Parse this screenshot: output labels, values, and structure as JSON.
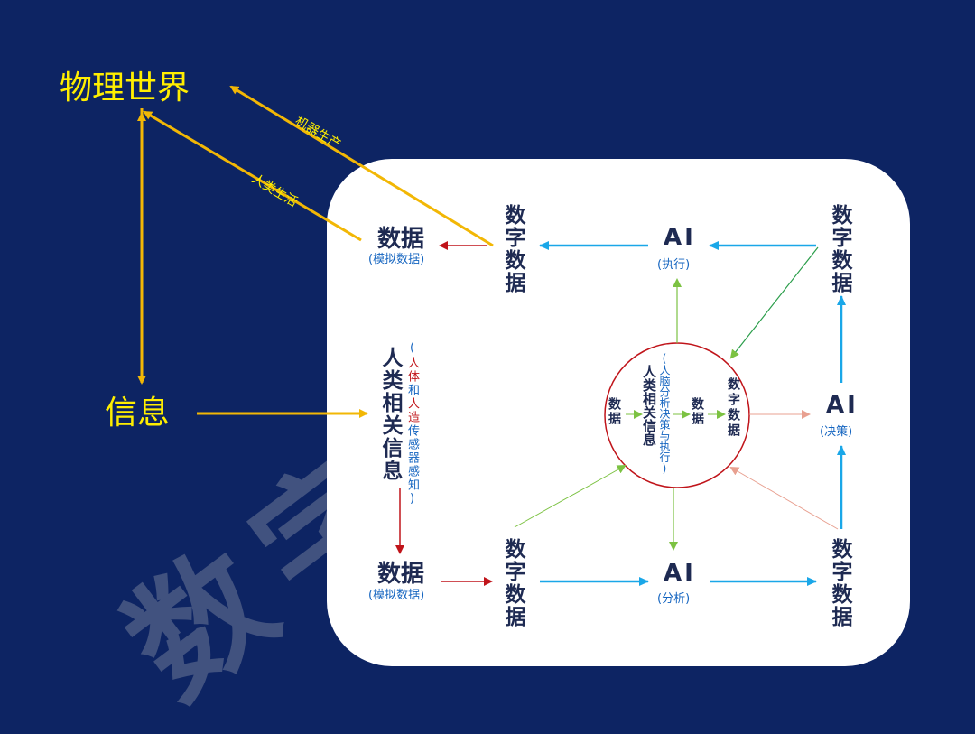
{
  "watermark": "数字道场",
  "physical_world": "物理世界",
  "info": "信息",
  "machine_production": "机器生产",
  "human_life": "人类生活",
  "data_top_left": {
    "label": "数据",
    "sub": "(模拟数据)"
  },
  "data_bottom_left": {
    "label": "数据",
    "sub": "(模拟数据)"
  },
  "human_related_info": "人类相关信息",
  "sensor_text": {
    "p1": "(",
    "p2": "人",
    "p3": "体",
    "p4": "和",
    "p5": "人",
    "p6": "造",
    "p7": "传感器感知)"
  },
  "digital_data": "数字数据",
  "ai_execute": {
    "label": "AI",
    "sub": "(执行)"
  },
  "ai_analyze": {
    "label": "AI",
    "sub": "(分析)"
  },
  "ai_decide": {
    "label": "AI",
    "sub": "(决策)"
  },
  "circle": {
    "left_data": "数据",
    "center_title": "人类相关信息",
    "center_sub": "(人脑分析决策与执行)",
    "mid_data": "数据",
    "right_digital": "数字数据"
  },
  "colors": {
    "background": "#0d2463",
    "yellow": "#ffee00",
    "cyan_arrow": "#1aa7e8",
    "red_arrow": "#c0141a",
    "green_arrow": "#7cc242",
    "gold_arrow": "#f2b705"
  }
}
